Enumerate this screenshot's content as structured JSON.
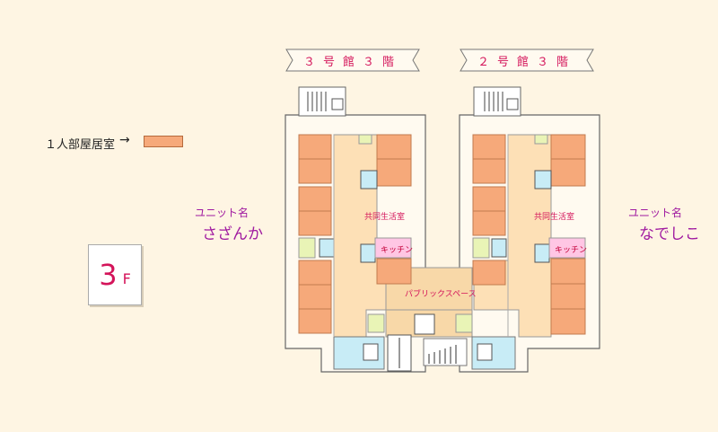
{
  "banners": {
    "left": "３号館３階",
    "right": "２号館３階"
  },
  "legend": {
    "label": "１人部屋居室",
    "arrow": "→",
    "swatch_color": "#f6a97a"
  },
  "units": {
    "left": {
      "caption": "ユニット名",
      "name": "さざんか"
    },
    "right": {
      "caption": "ユニット名",
      "name": "なでしこ"
    }
  },
  "floor": {
    "number": "3",
    "unit": "F"
  },
  "rooms": {
    "common_left": "共同生活室",
    "common_right": "共同生活室",
    "kitchen_left": "キッチン",
    "kitchen_right": "キッチン",
    "public_space": "パブリックスペース"
  },
  "colors": {
    "background": "#fef5e3",
    "room": "#f6a97a",
    "common": "#fde0b6",
    "public": "#f8d8a8",
    "kitchen": "#ffc6e4",
    "bath": "#c8ecf6",
    "storage": "#e9f4b6",
    "accent": "#d4145a"
  }
}
